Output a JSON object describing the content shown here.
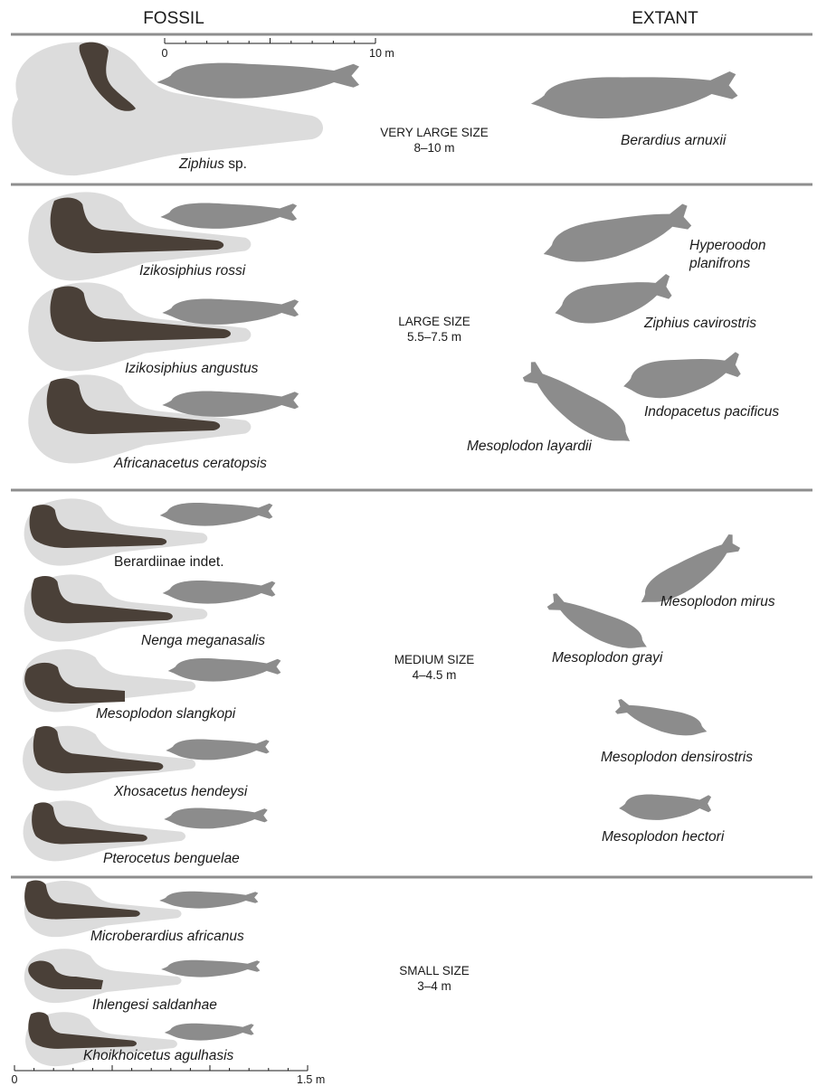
{
  "columns": {
    "fossil": "FOSSIL",
    "extant": "EXTANT"
  },
  "sections": [
    {
      "category": "VERY LARGE SIZE",
      "range": "8–10 m",
      "fossil": [
        {
          "genus": "Ziphius",
          "rest": " sp."
        }
      ],
      "extant": [
        {
          "genus": "Berardius arnuxii",
          "rest": ""
        }
      ]
    },
    {
      "category": "LARGE SIZE",
      "range": "5.5–7.5 m",
      "fossil": [
        {
          "genus": "Izikosiphius rossi",
          "rest": ""
        },
        {
          "genus": "Izikosiphius angustus",
          "rest": ""
        },
        {
          "genus": "Africanacetus ceratopsis",
          "rest": ""
        }
      ],
      "extant": [
        {
          "genus": "Hyperoodon",
          "genus2": "planifrons"
        },
        {
          "genus": "Ziphius cavirostris"
        },
        {
          "genus": "Indopacetus pacificus"
        },
        {
          "genus": "Mesoplodon layardii"
        }
      ]
    },
    {
      "category": "MEDIUM SIZE",
      "range": "4–4.5 m",
      "fossil": [
        {
          "genus": "",
          "rest": "Berardiinae indet."
        },
        {
          "genus": "Nenga meganasalis",
          "rest": ""
        },
        {
          "genus": "Mesoplodon slangkopi",
          "rest": ""
        },
        {
          "genus": "Xhosacetus hendeysi",
          "rest": ""
        },
        {
          "genus": "Pterocetus benguelae",
          "rest": ""
        }
      ],
      "extant": [
        {
          "genus": "Mesoplodon mirus"
        },
        {
          "genus": "Mesoplodon grayi"
        },
        {
          "genus": "Mesoplodon densirostris"
        },
        {
          "genus": "Mesoplodon hectori"
        }
      ]
    },
    {
      "category": "SMALL SIZE",
      "range": "3–4 m",
      "fossil": [
        {
          "genus": "Microberardius africanus",
          "rest": ""
        },
        {
          "genus": "Ihlengesi saldanhae",
          "rest": ""
        },
        {
          "genus": "Khoikhoicetus agulhasis",
          "rest": ""
        }
      ],
      "extant": []
    }
  ],
  "scales": {
    "body": {
      "start": "0",
      "end": "10 m"
    },
    "skull": {
      "start": "0",
      "end": "1.5 m"
    }
  },
  "colors": {
    "silhouette": "#8c8c8c",
    "skull_outline": "#dcdcdc",
    "bone": "#4a4038",
    "divider": "#8e8e8e"
  }
}
